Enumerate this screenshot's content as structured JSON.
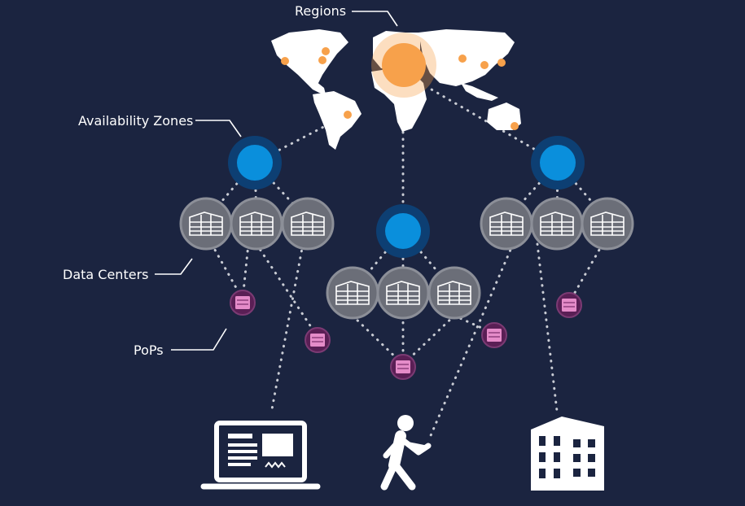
{
  "labels": {
    "regions": "Regions",
    "availability_zones": "Availability Zones",
    "data_centers": "Data Centers",
    "pops": "PoPs"
  },
  "colors": {
    "background": "#1b2440",
    "map": "#ffffff",
    "region_marker": "#f7a14b",
    "availability_zone": "#0a8fdc",
    "data_center": "#6b6e78",
    "pop": "#cf6bb0",
    "connector": "#c9ccd4"
  },
  "icons": {
    "region": "orange-dot-icon",
    "availability_zone": "blue-circle-icon",
    "data_center": "server-building-icon",
    "pop": "server-rack-icon",
    "laptop": "laptop-icon",
    "person": "walking-person-phone-icon",
    "office": "office-building-icon"
  }
}
